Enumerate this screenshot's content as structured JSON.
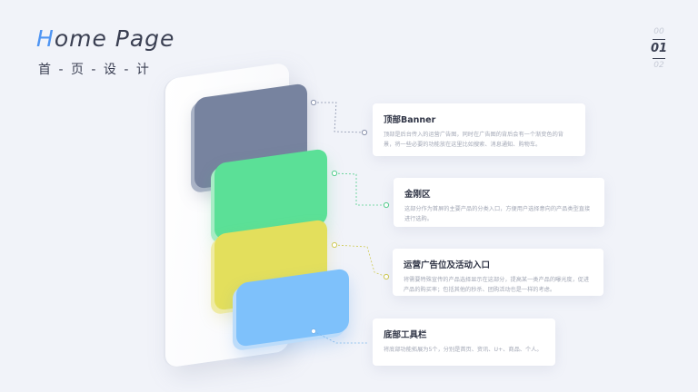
{
  "header": {
    "title_first": "H",
    "title_rest": "ome Page",
    "subtitle": "首 - 页 - 设 - 计"
  },
  "pager": {
    "prev": "00",
    "current": "01",
    "next": "02"
  },
  "colors": {
    "accent": "#4f95f3",
    "block_top": "#77839f",
    "block_kingkong": "#5be097",
    "block_ads": "#e3df5c",
    "block_toolbar": "#7ec1fb"
  },
  "cards": [
    {
      "title": "顶部Banner",
      "desc": "顶部是后台传入的运营广告图，同时在广告图的背后会有一个渐变色的背景，将一些必要的功能放在这里比如搜索、消息通知、购物车。"
    },
    {
      "title": "金刚区",
      "desc": "这部分作为首屏的主要产品的分类入口，方便用户选择意向的产品类型直接进行选购。"
    },
    {
      "title": "运营广告位及活动入口",
      "desc": "将需要特殊宣传的产品选择显示在这部分，提高某一类产品的曝光度，促进产品的购买率；包括其他的秒杀、团购活动也是一样的考虑。"
    },
    {
      "title": "底部工具栏",
      "desc": "将底部功能拓展为5个，分别是首页、资讯、U+、商品、个人。"
    }
  ]
}
